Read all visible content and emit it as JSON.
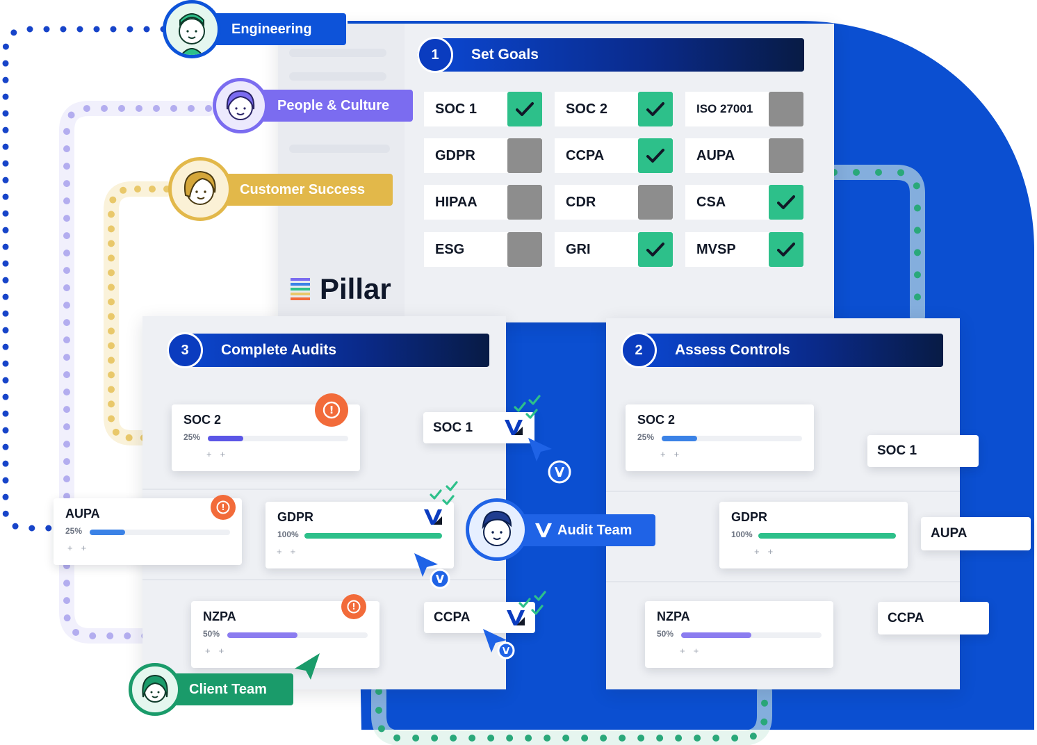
{
  "brand": {
    "name": "Pillar"
  },
  "colors": {
    "blue": "#0b4fd1",
    "navy": "#081b45",
    "green": "#2dc08a",
    "gray": "#8d8d8d",
    "orange": "#f26b3a",
    "purple": "#7b6cf0",
    "gold": "#e2b84a",
    "dots_blue": "#1744c9",
    "dots_purple": "#8f86e8",
    "dots_gold": "#e9c86a",
    "dots_green": "#2aa87a"
  },
  "teams": {
    "engineering": "Engineering",
    "people": "People & Culture",
    "customer": "Customer Success",
    "audit": "Audit Team",
    "client": "Client Team"
  },
  "steps": {
    "goals": {
      "num": "1",
      "title": "Set Goals"
    },
    "assess": {
      "num": "2",
      "title": "Assess Controls"
    },
    "audits": {
      "num": "3",
      "title": "Complete Audits"
    }
  },
  "goals": [
    {
      "label": "SOC 1",
      "checked": true
    },
    {
      "label": "SOC 2",
      "checked": true
    },
    {
      "label": "ISO 27001",
      "checked": false
    },
    {
      "label": "GDPR",
      "checked": false
    },
    {
      "label": "CCPA",
      "checked": true
    },
    {
      "label": "AUPA",
      "checked": false
    },
    {
      "label": "HIPAA",
      "checked": false
    },
    {
      "label": "CDR",
      "checked": false
    },
    {
      "label": "CSA",
      "checked": true
    },
    {
      "label": "ESG",
      "checked": false
    },
    {
      "label": "GRI",
      "checked": true
    },
    {
      "label": "MVSP",
      "checked": true
    }
  ],
  "audit_cards": [
    {
      "name": "SOC 2",
      "pct": "25%",
      "progress": 0.25,
      "color": "#5b56e6"
    },
    {
      "name": "AUPA",
      "pct": "25%",
      "progress": 0.25,
      "color": "#3b82e6"
    },
    {
      "name": "GDPR",
      "pct": "100%",
      "progress": 1.0,
      "color": "#2dc08a"
    },
    {
      "name": "NZPA",
      "pct": "50%",
      "progress": 0.5,
      "color": "#8b7cf0"
    }
  ],
  "audit_chips": [
    "SOC 1",
    "CCPA"
  ],
  "assess_cards": [
    {
      "name": "SOC 2",
      "pct": "25%",
      "progress": 0.25,
      "color": "#3b82e6"
    },
    {
      "name": "GDPR",
      "pct": "100%",
      "progress": 1.0,
      "color": "#2dc08a"
    },
    {
      "name": "NZPA",
      "pct": "50%",
      "progress": 0.5,
      "color": "#8b7cf0"
    }
  ],
  "assess_chips": [
    "SOC 1",
    "AUPA",
    "CCPA"
  ],
  "plus_marks": "++",
  "warn_glyph": "!"
}
